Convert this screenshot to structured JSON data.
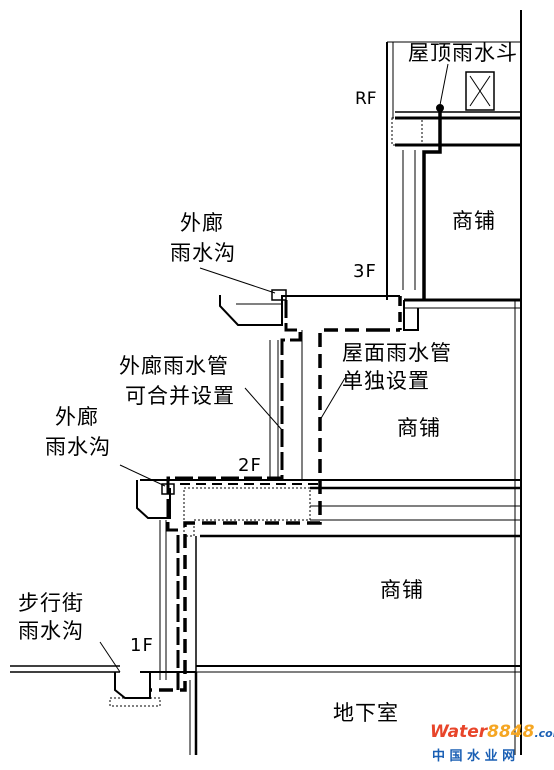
{
  "labels": {
    "roof_scupper": "屋顶雨水斗",
    "shop_3f": "商铺",
    "shop_2f": "商铺",
    "shop_1f": "商铺",
    "basement": "地下室",
    "corridor_gutter_upper_1": "外廊",
    "corridor_gutter_upper_2": "雨水沟",
    "corridor_gutter_lower_1": "外廊",
    "corridor_gutter_lower_2": "雨水沟",
    "street_gutter_1": "步行街",
    "street_gutter_2": "雨水沟",
    "corridor_pipe_1": "外廊雨水管",
    "corridor_pipe_2": "可合并设置",
    "roof_pipe_1": "屋面雨水管",
    "roof_pipe_2": "单独设置",
    "floor_3f": "3F",
    "floor_2f": "2F",
    "floor_1f": "1F",
    "roof_mark": "RF"
  },
  "watermark": {
    "brand_a": "Water",
    "brand_b": "8848",
    "brand_c": ".com",
    "sub": "中 国 水 业 网"
  },
  "colors": {
    "line": "#000000",
    "watermark_a": "#e8452a",
    "watermark_b": "#f5a623",
    "watermark_sub": "#1a5fb4"
  }
}
